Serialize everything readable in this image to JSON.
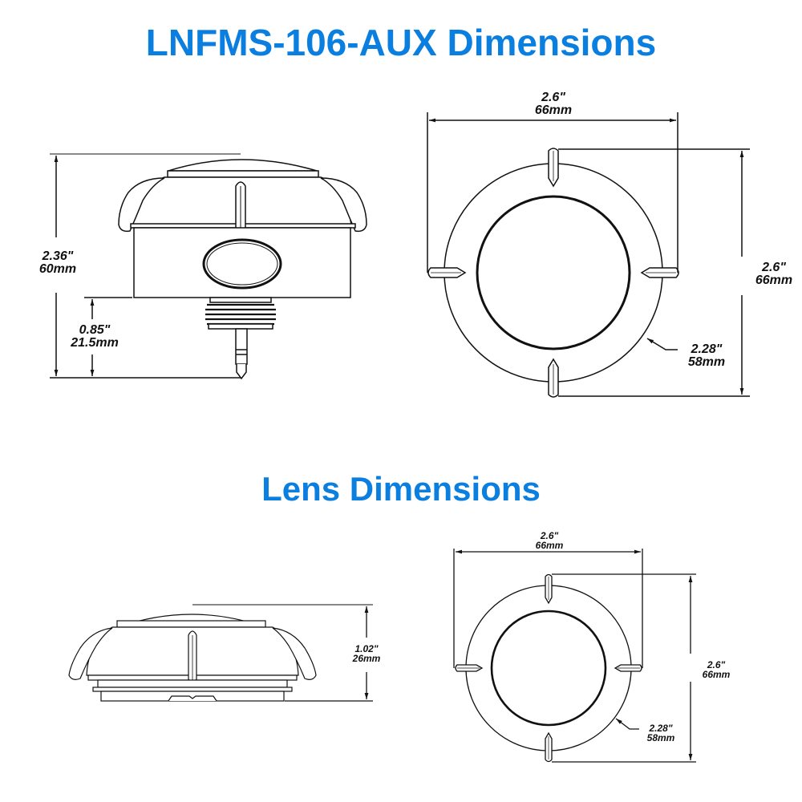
{
  "titles": {
    "main": "LNFMS-106-AUX Dimensions",
    "lens": "Lens Dimensions"
  },
  "colors": {
    "title": "#0a7fe0",
    "line": "#111111",
    "background": "#ffffff"
  },
  "product_side_view": {
    "overall_height": {
      "inch": "2.36\"",
      "mm": "60mm"
    },
    "plug_height": {
      "inch": "0.85\"",
      "mm": "21.5mm"
    }
  },
  "product_top_view": {
    "width": {
      "inch": "2.6\"",
      "mm": "66mm"
    },
    "height": {
      "inch": "2.6\"",
      "mm": "66mm"
    },
    "diameter": {
      "inch": "2.28\"",
      "mm": "58mm"
    }
  },
  "lens_side_view": {
    "height": {
      "inch": "1.02\"",
      "mm": "26mm"
    }
  },
  "lens_top_view": {
    "width": {
      "inch": "2.6\"",
      "mm": "66mm"
    },
    "height": {
      "inch": "2.6\"",
      "mm": "66mm"
    },
    "diameter": {
      "inch": "2.28\"",
      "mm": "58mm"
    }
  }
}
